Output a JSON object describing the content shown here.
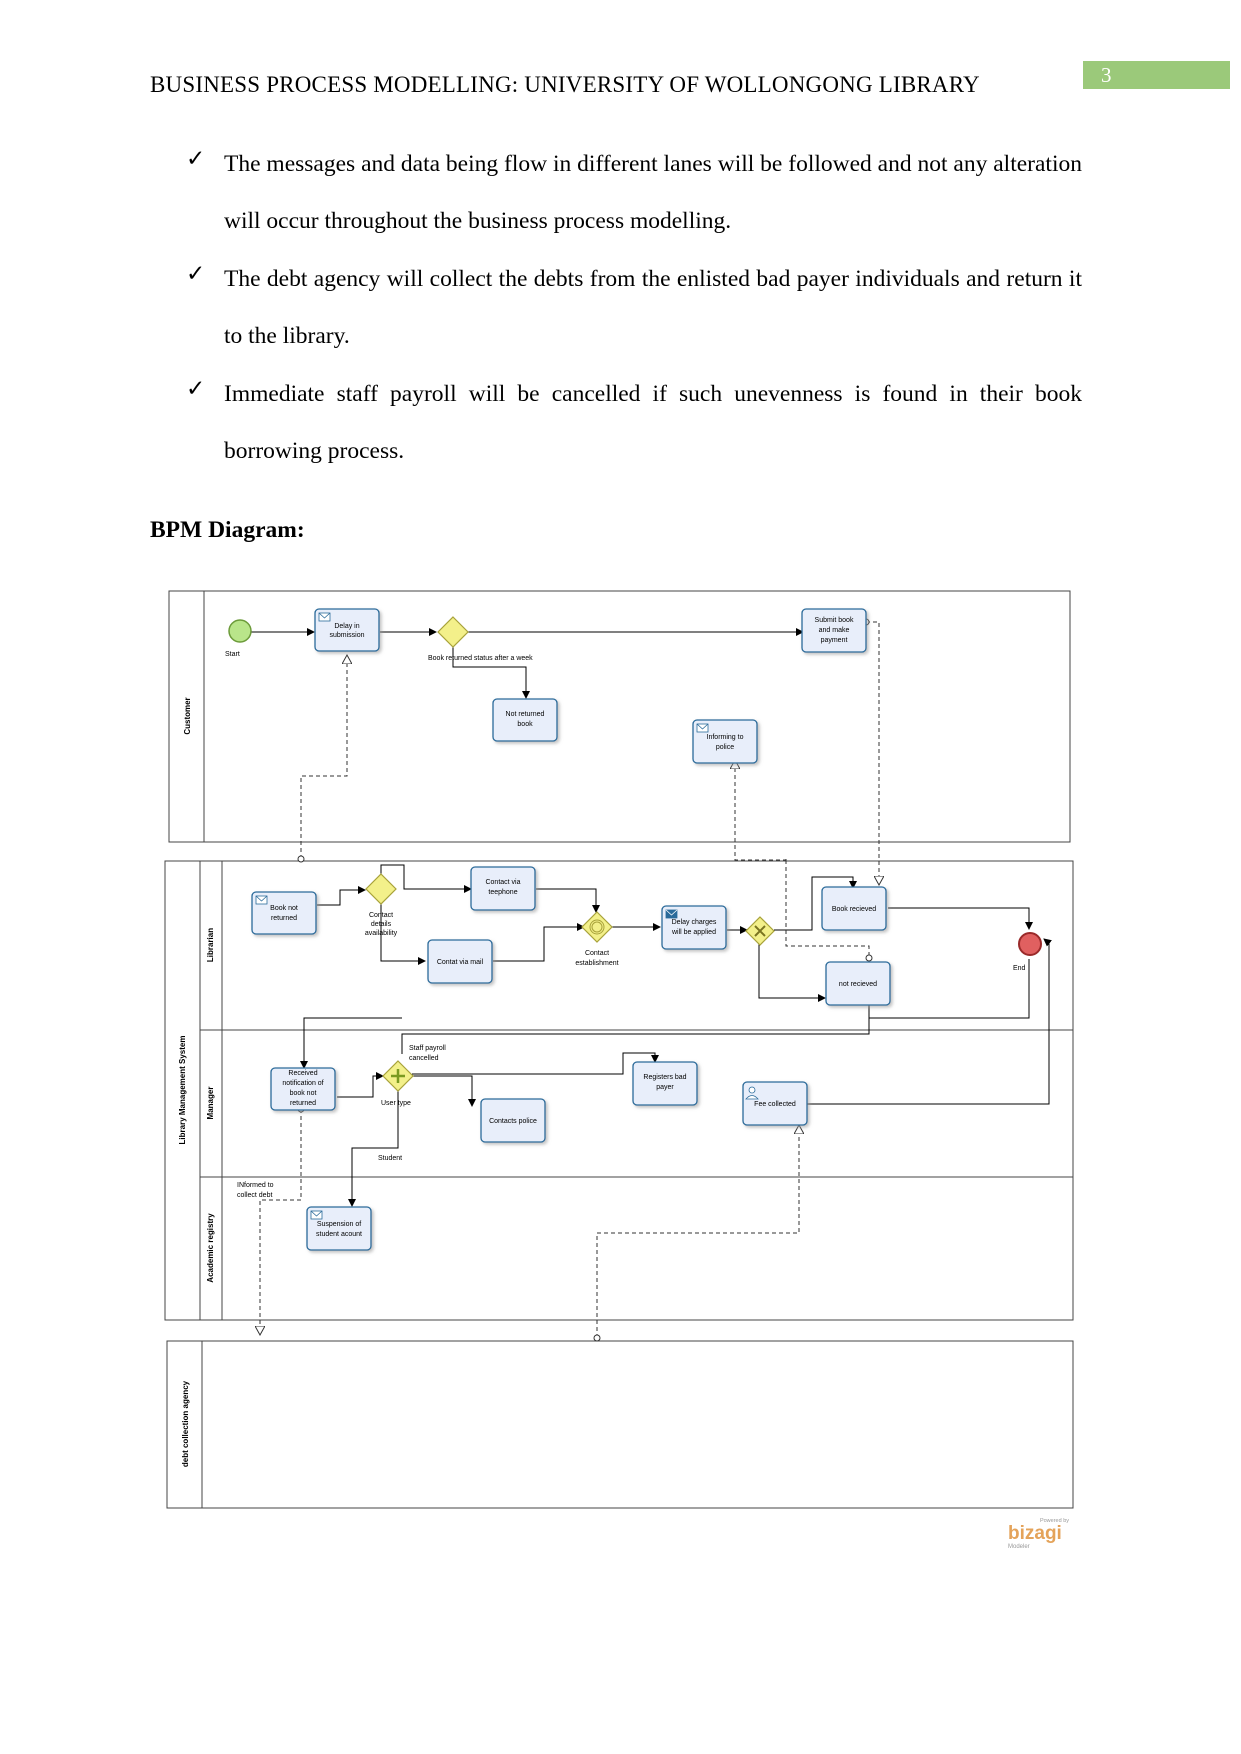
{
  "header": {
    "title": "BUSINESS PROCESS MODELLING: UNIVERSITY OF WOLLONGONG LIBRARY",
    "page_number": "3"
  },
  "bullets": [
    {
      "mark": "✓",
      "text": "The messages and data being flow in different lanes will be followed and not any alteration will occur throughout the business process modelling."
    },
    {
      "mark": "✓",
      "text": "The debt agency will collect the debts from the enlisted bad payer individuals and return it to the library."
    },
    {
      "mark": "✓",
      "text": "Immediate staff payroll will be cancelled if such unevenness is found in their book borrowing process."
    }
  ],
  "section_heading": "BPM Diagram:",
  "diagram": {
    "pools": {
      "customer": "Customer",
      "library": "Library Management System",
      "debt": "debt collection agency"
    },
    "lanes": {
      "librarian": "Librarian",
      "manager": "Manager",
      "academic": "Academic registry"
    },
    "customer_lane": {
      "start": "Start",
      "delay_1": "Delay in",
      "delay_2": "submission",
      "gateway_label": "Book returned status after a week",
      "submit_1": "Submit book",
      "submit_2": "and make",
      "submit_3": "payment",
      "not_returned_1": "Not returned",
      "not_returned_2": "book",
      "police_1": "Informing to",
      "police_2": "police"
    },
    "librarian_lane": {
      "book_not_1": "Book not",
      "book_not_2": "returned",
      "contact_details_1": "Contact",
      "contact_details_2": "details",
      "contact_details_3": "availability",
      "contact_phone_1": "Contact via",
      "contact_phone_2": "teephone",
      "contact_mail": "Contat via mail",
      "contact_est_1": "Contact",
      "contact_est_2": "establishment",
      "delay_charges_1": "Delay charges",
      "delay_charges_2": "will be applied",
      "book_recieved": "Book recieved",
      "not_recieved": "not recieved",
      "end": "End"
    },
    "manager_lane": {
      "received_1": "Received",
      "received_2": "notification of",
      "received_3": "book not",
      "received_4": "returned",
      "user_type": "User type",
      "staff_1": "Staff payroll",
      "staff_2": "cancelled",
      "student": "Student",
      "registers_1": "Registers bad",
      "registers_2": "payer",
      "contacts_police": "Contacts police",
      "fee_collected": "Fee collected"
    },
    "academic_lane": {
      "informed_1": "INformed to",
      "informed_2": "collect debt",
      "suspension_1": "Suspension of",
      "suspension_2": "student acount"
    },
    "watermark": {
      "powered": "Powered by",
      "brand": "bizagi",
      "product": "Modeler"
    }
  },
  "colors": {
    "page_badge": "#9bc97a",
    "task_fill": "#e8eefa",
    "task_stroke": "#2b6b9a",
    "gateway_fill": "#f3f08a",
    "start_fill": "#b9e58a",
    "end_fill": "#e06060"
  }
}
